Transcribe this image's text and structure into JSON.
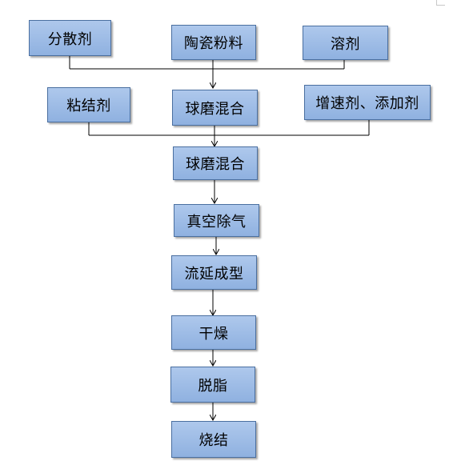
{
  "diagram": {
    "row1": {
      "dispersant": "分散剂",
      "ceramic_powder": "陶瓷粉料",
      "solvent": "溶剂"
    },
    "row2": {
      "binder": "粘结剂",
      "ball_mill_mix_1": "球磨混合",
      "additives": "增速剂、添加剂"
    },
    "steps": {
      "ball_mill_mix_2": "球磨混合",
      "vacuum_degassing": "真空除气",
      "tape_casting": "流延成型",
      "drying": "干燥",
      "debinding": "脱脂",
      "sintering": "烧结"
    }
  }
}
